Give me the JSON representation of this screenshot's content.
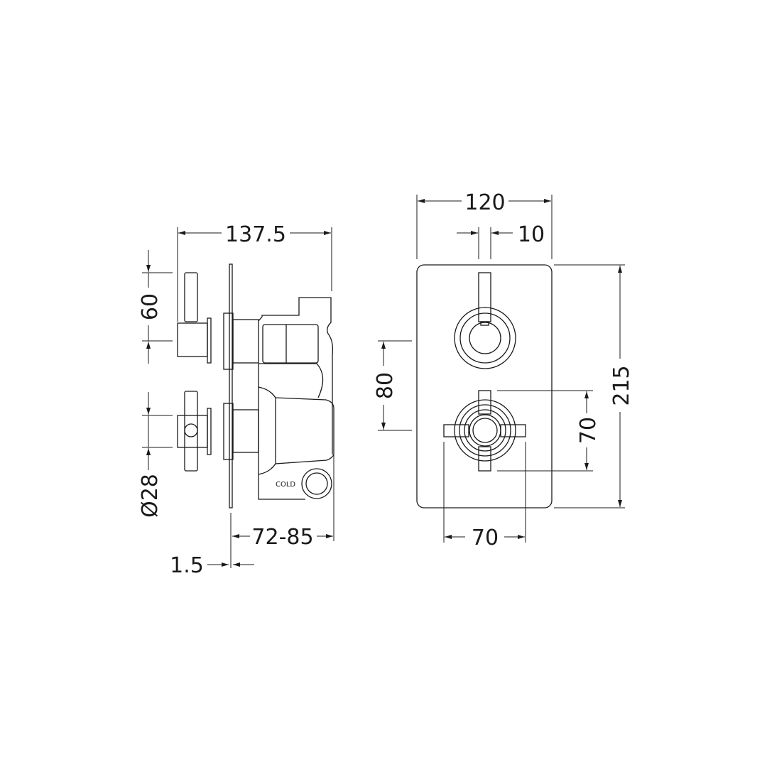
{
  "side_view": {
    "overall_depth": "137.5",
    "lever_height": "60",
    "handle_diameter": "Ø28",
    "projection": "72-85",
    "plate_thickness": "1.5",
    "inlet_label": "COLD"
  },
  "front_view": {
    "plate_width": "120",
    "lever_width": "10",
    "plate_height": "215",
    "centre_distance": "80",
    "cross_height": "70",
    "cross_width": "70"
  }
}
